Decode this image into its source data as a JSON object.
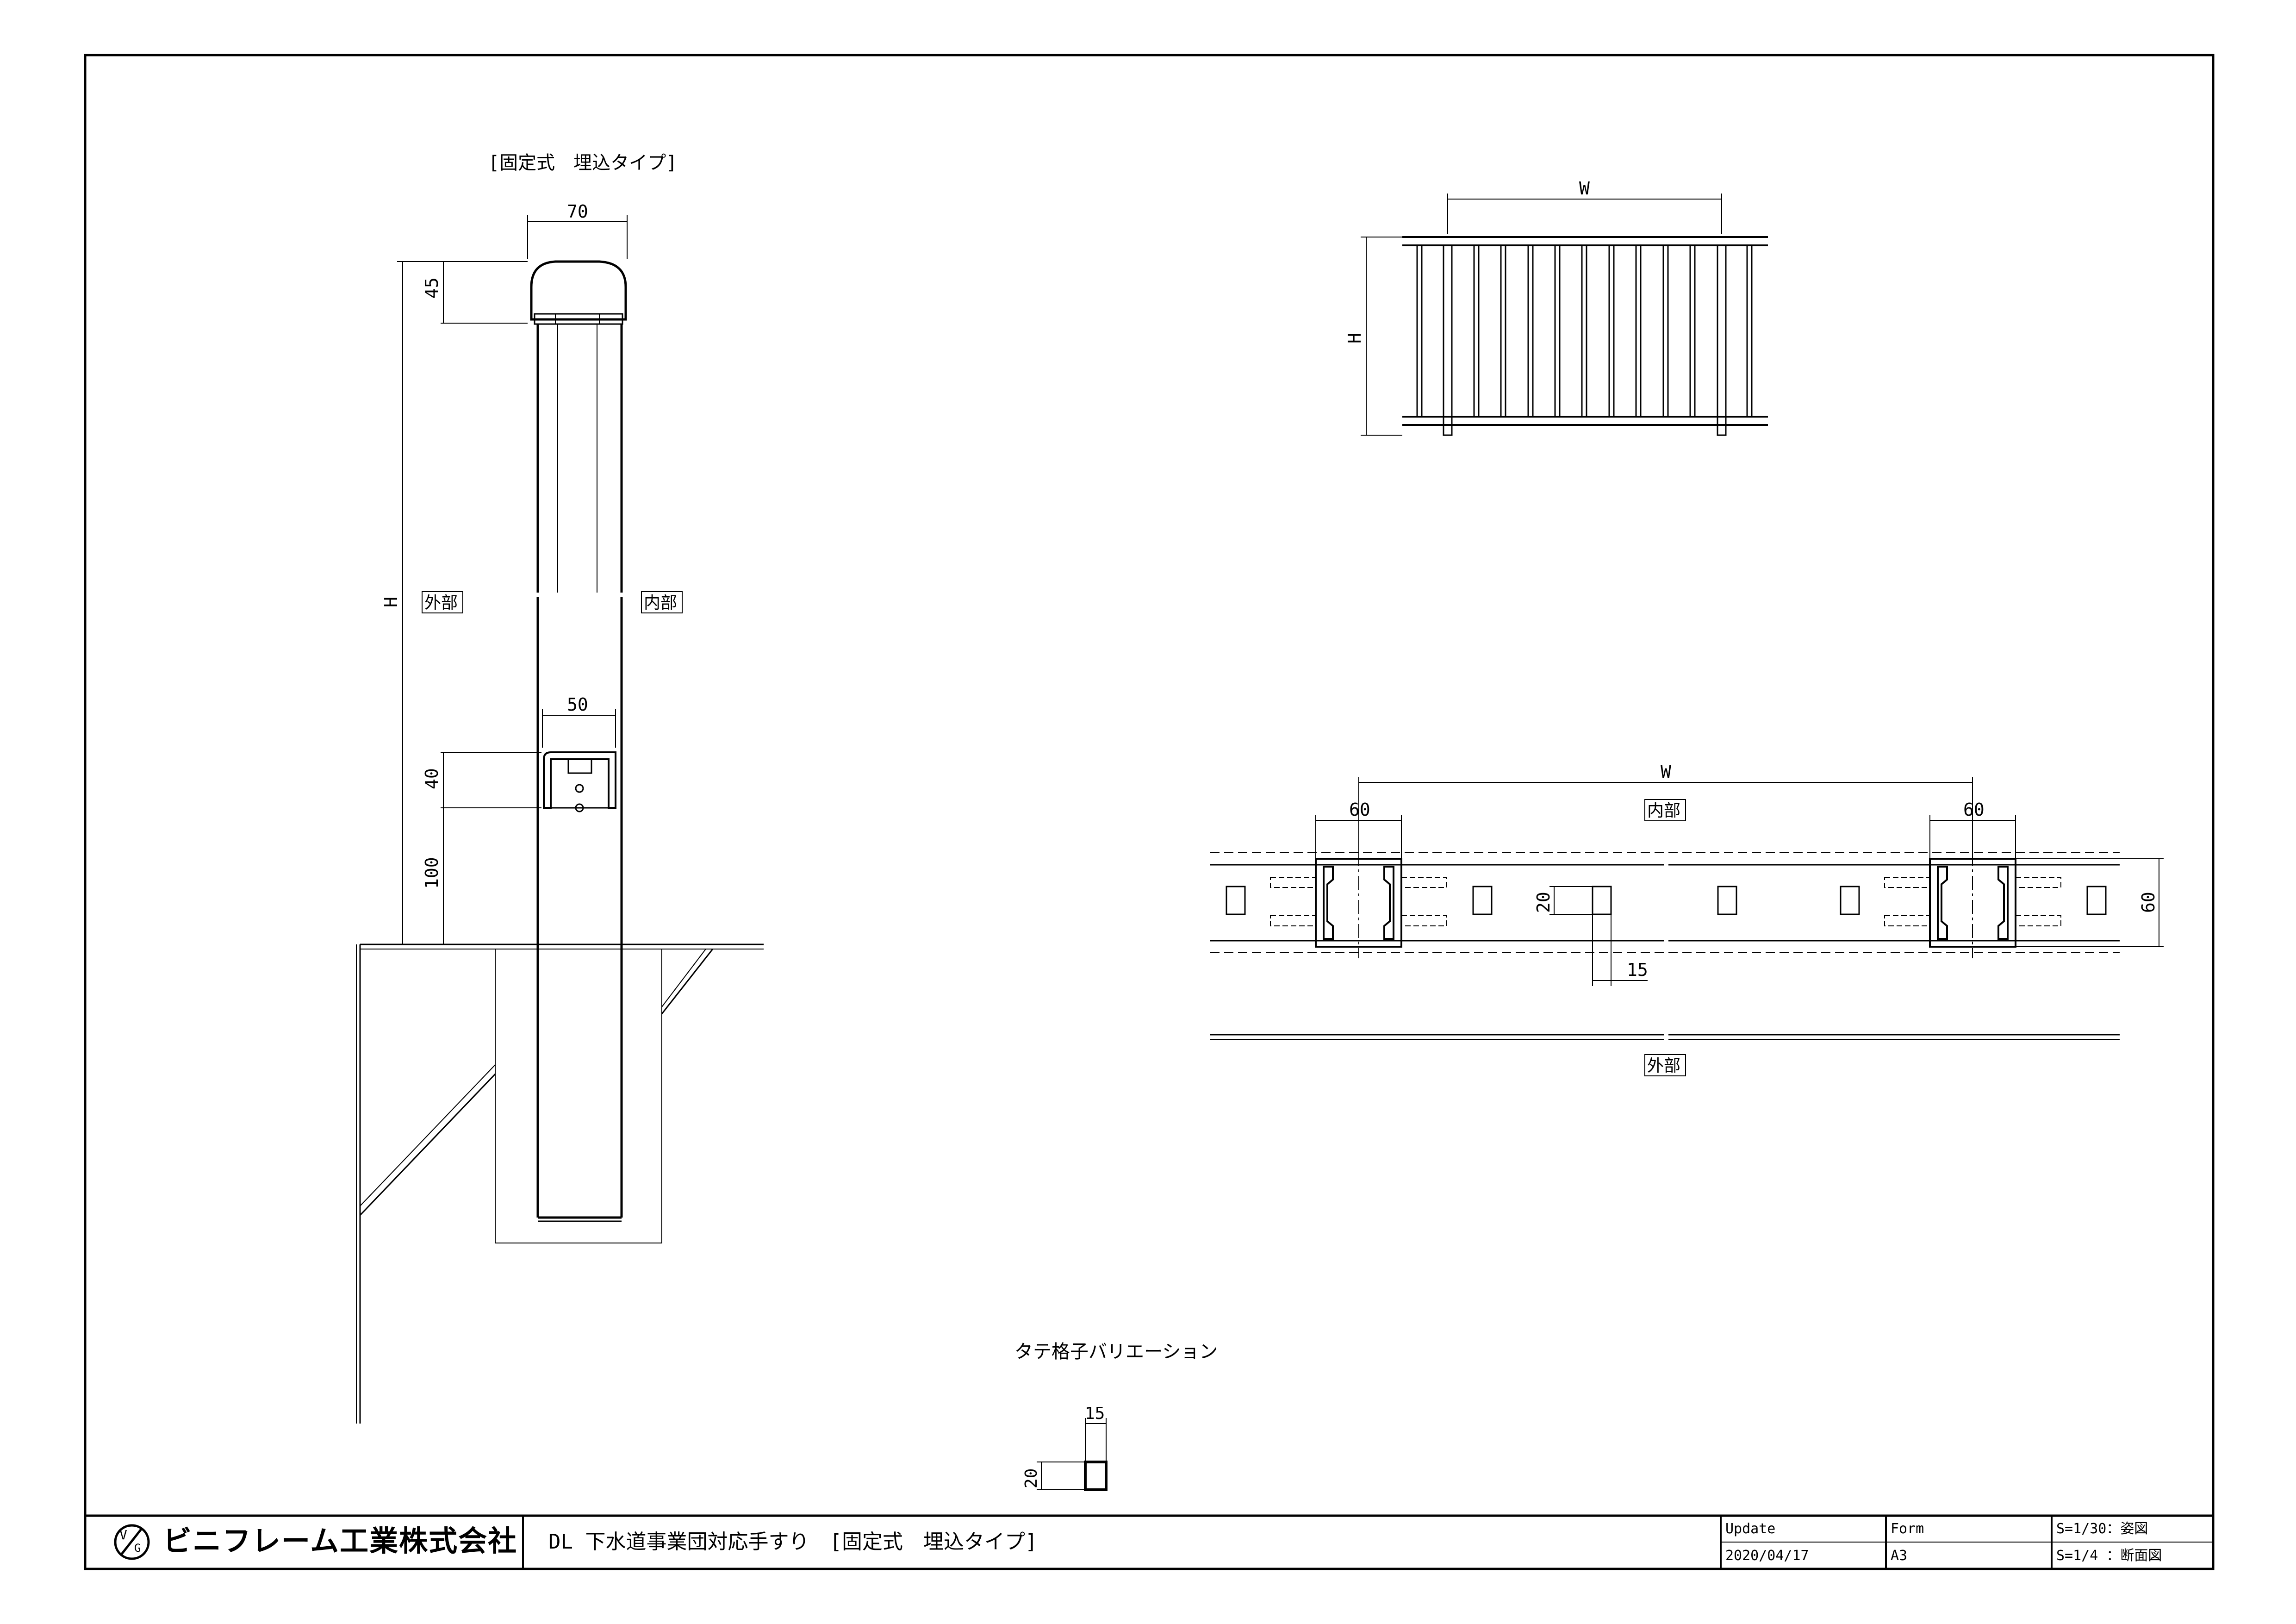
{
  "left_view": {
    "caption": "[固定式　埋込タイプ]",
    "dim_top_width": "70",
    "dim_cap_height": "45",
    "dim_height": "H",
    "label_outside": "外部",
    "label_inside": "内部",
    "dim_bracket_width": "50",
    "dim_bracket_height": "40",
    "dim_bracket_offset": "100"
  },
  "elevation_view": {
    "dim_width": "W",
    "dim_height": "H"
  },
  "plan_view": {
    "dim_width": "W",
    "label_inside": "内部",
    "label_outside": "外部",
    "dim_post_left": "60",
    "dim_post_right": "60",
    "dim_depth": "60",
    "dim_baluster_depth": "20",
    "dim_baluster_width": "15"
  },
  "variation": {
    "caption": "タテ格子バリエーション",
    "dim_width": "15",
    "dim_height": "20"
  },
  "title_block": {
    "company_logo": "ビニフレーム工業株式会社",
    "drawing_title": "DL 下水道事業団対応手すり　[固定式　埋込タイプ]",
    "update_label": "Update",
    "update_value": "2020/04/17",
    "form_label": "Form",
    "form_value": "A3",
    "scale_1": "S=1/30：姿図",
    "scale_2": "S=1/4 ：断面図"
  }
}
